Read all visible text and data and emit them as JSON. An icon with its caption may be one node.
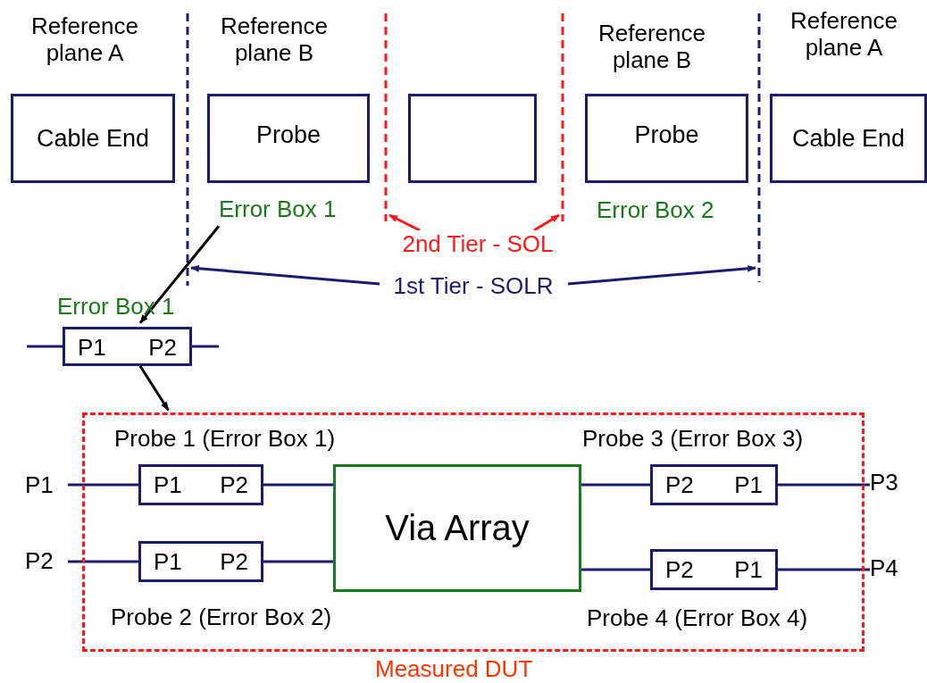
{
  "diagram": {
    "nodes": [
      {
        "text": [
          "Cable End"
        ]
      },
      {
        "text": [
          "Probe"
        ]
      },
      {
        "text": [],
        "shape": "box"
      },
      {
        "text": [
          "Probe"
        ],
        "beside": [
          "Error Box 2"
        ]
      },
      {
        "text": [
          "Cable End"
        ]
      },
      {
        "text": [
          "Error Box 1"
        ]
      },
      {
        "text": [
          "Error Box 1",
          "P1",
          "P2"
        ]
      },
      {
        "text": [
          "Measured DUT"
        ]
      },
      {
        "text": [
          "Probe 1 (Error Box 1)",
          "P1",
          "P2"
        ],
        "in": 7
      },
      {
        "text": [
          "P1",
          "P2",
          "Probe 2 (Error Box 2)"
        ],
        "in": 7
      },
      {
        "text": [
          "Via Array"
        ],
        "in": 7
      },
      {
        "text": [
          "Probe 3 (Error Box 3)",
          "P2",
          "P1"
        ],
        "in": 7
      },
      {
        "text": [
          "P2",
          "P1",
          "Probe 4 (Error Box 4)"
        ],
        "in": 7
      },
      {
        "text": [
          "P1"
        ]
      },
      {
        "text": [
          "P2"
        ]
      },
      {
        "text": [
          "P3"
        ]
      },
      {
        "text": [
          "P4"
        ]
      }
    ],
    "edges": [
      {
        "from": 5,
        "to": 6,
        "arrow": "to",
        "color": "#000000"
      },
      {
        "from": 6,
        "to": 7,
        "arrow": "to",
        "color": "#000000"
      },
      {
        "from": null,
        "to": 6,
        "arrow": "none"
      },
      {
        "from": 6,
        "to": null,
        "arrow": "none"
      },
      {
        "from": 13,
        "to": 8,
        "arrow": "none"
      },
      {
        "from": 14,
        "to": 9,
        "arrow": "none"
      },
      {
        "from": 8,
        "to": 10,
        "arrow": "none"
      },
      {
        "from": 9,
        "to": 10,
        "arrow": "none"
      },
      {
        "from": 10,
        "to": 11,
        "arrow": "none"
      },
      {
        "from": 10,
        "to": 12,
        "arrow": "none"
      },
      {
        "from": 11,
        "to": 15,
        "arrow": "none"
      },
      {
        "from": 12,
        "to": 16,
        "arrow": "none"
      }
    ],
    "labels": [
      "Reference plane A",
      "Reference plane B",
      "Reference plane B",
      "Reference plane A",
      "2nd Tier - SOL",
      "1st Tier - SOLR"
    ]
  }
}
